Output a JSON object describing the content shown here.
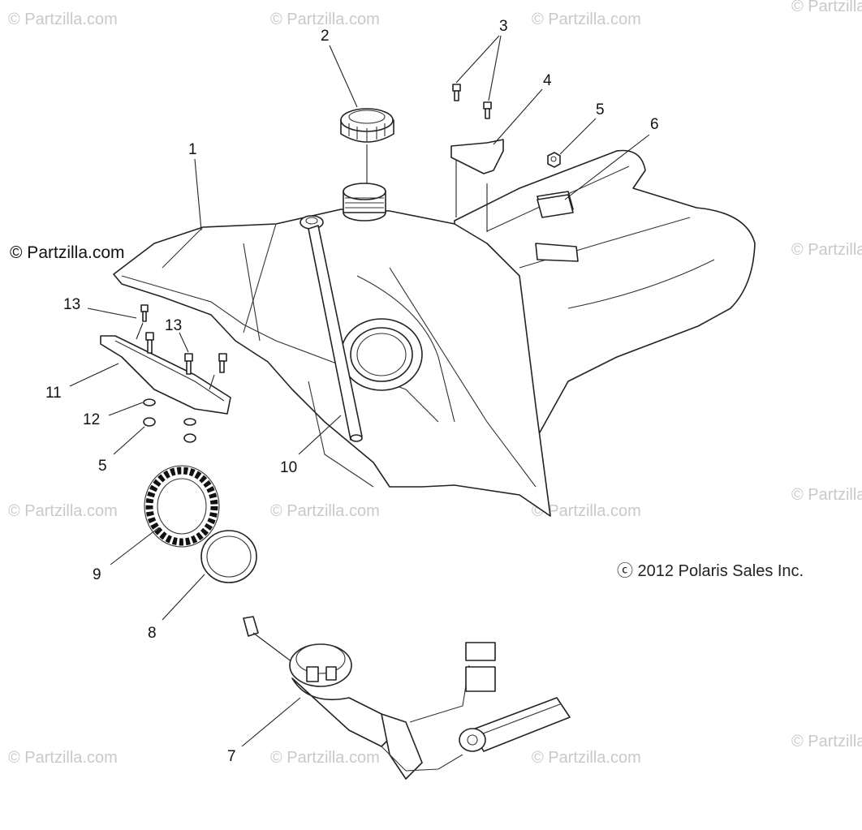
{
  "brand_label": "© Partzilla.com",
  "watermark_text": "© Partzilla.com",
  "copyright": "ⓒ 2012 Polaris Sales Inc.",
  "callouts": {
    "c1": "1",
    "c2": "2",
    "c3": "3",
    "c4": "4",
    "c5a": "5",
    "c6": "6",
    "c7": "7",
    "c8": "8",
    "c9": "9",
    "c10": "10",
    "c11": "11",
    "c12": "12",
    "c5b": "5",
    "c13a": "13",
    "c13b": "13"
  }
}
